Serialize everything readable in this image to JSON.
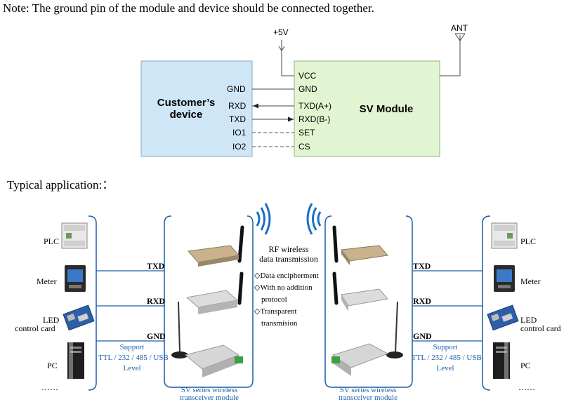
{
  "note": "Note: The ground pin of the module and device should be connected together.",
  "wiring": {
    "vcc_source": "+5V",
    "antenna": "ANT",
    "customer_title_line1": "Customer’s",
    "customer_title_line2": "device",
    "module_title": "SV Module",
    "customer_pins": [
      "GND",
      "RXD",
      "TXD",
      "IO1",
      "IO2"
    ],
    "module_pins": [
      "VCC",
      "GND",
      "TXD(A+)",
      "RXD(B-)",
      "SET",
      "CS"
    ],
    "colors": {
      "customer_box": "#cfe6f7",
      "module_box": "#e2f5d2"
    }
  },
  "typical_label": "Typical application:：",
  "application": {
    "device_labels": [
      "PLC",
      "Meter",
      "LED",
      "control card",
      "PC",
      "……"
    ],
    "signal_labels": [
      "TXD",
      "RXD",
      "GND"
    ],
    "support_lines": [
      "Support",
      "TTL / 232 / 485 / USB",
      "Level"
    ],
    "module_caption_line1": "SV series wireless",
    "module_caption_line2": "transceiver module",
    "rf_line1": "RF wireless",
    "rf_line2": "data transmission",
    "features": [
      "◇Data encipherment",
      "◇With no addition",
      "protocol",
      "◇Transparent",
      "transmision"
    ],
    "line_color": "#1a5fa8"
  }
}
